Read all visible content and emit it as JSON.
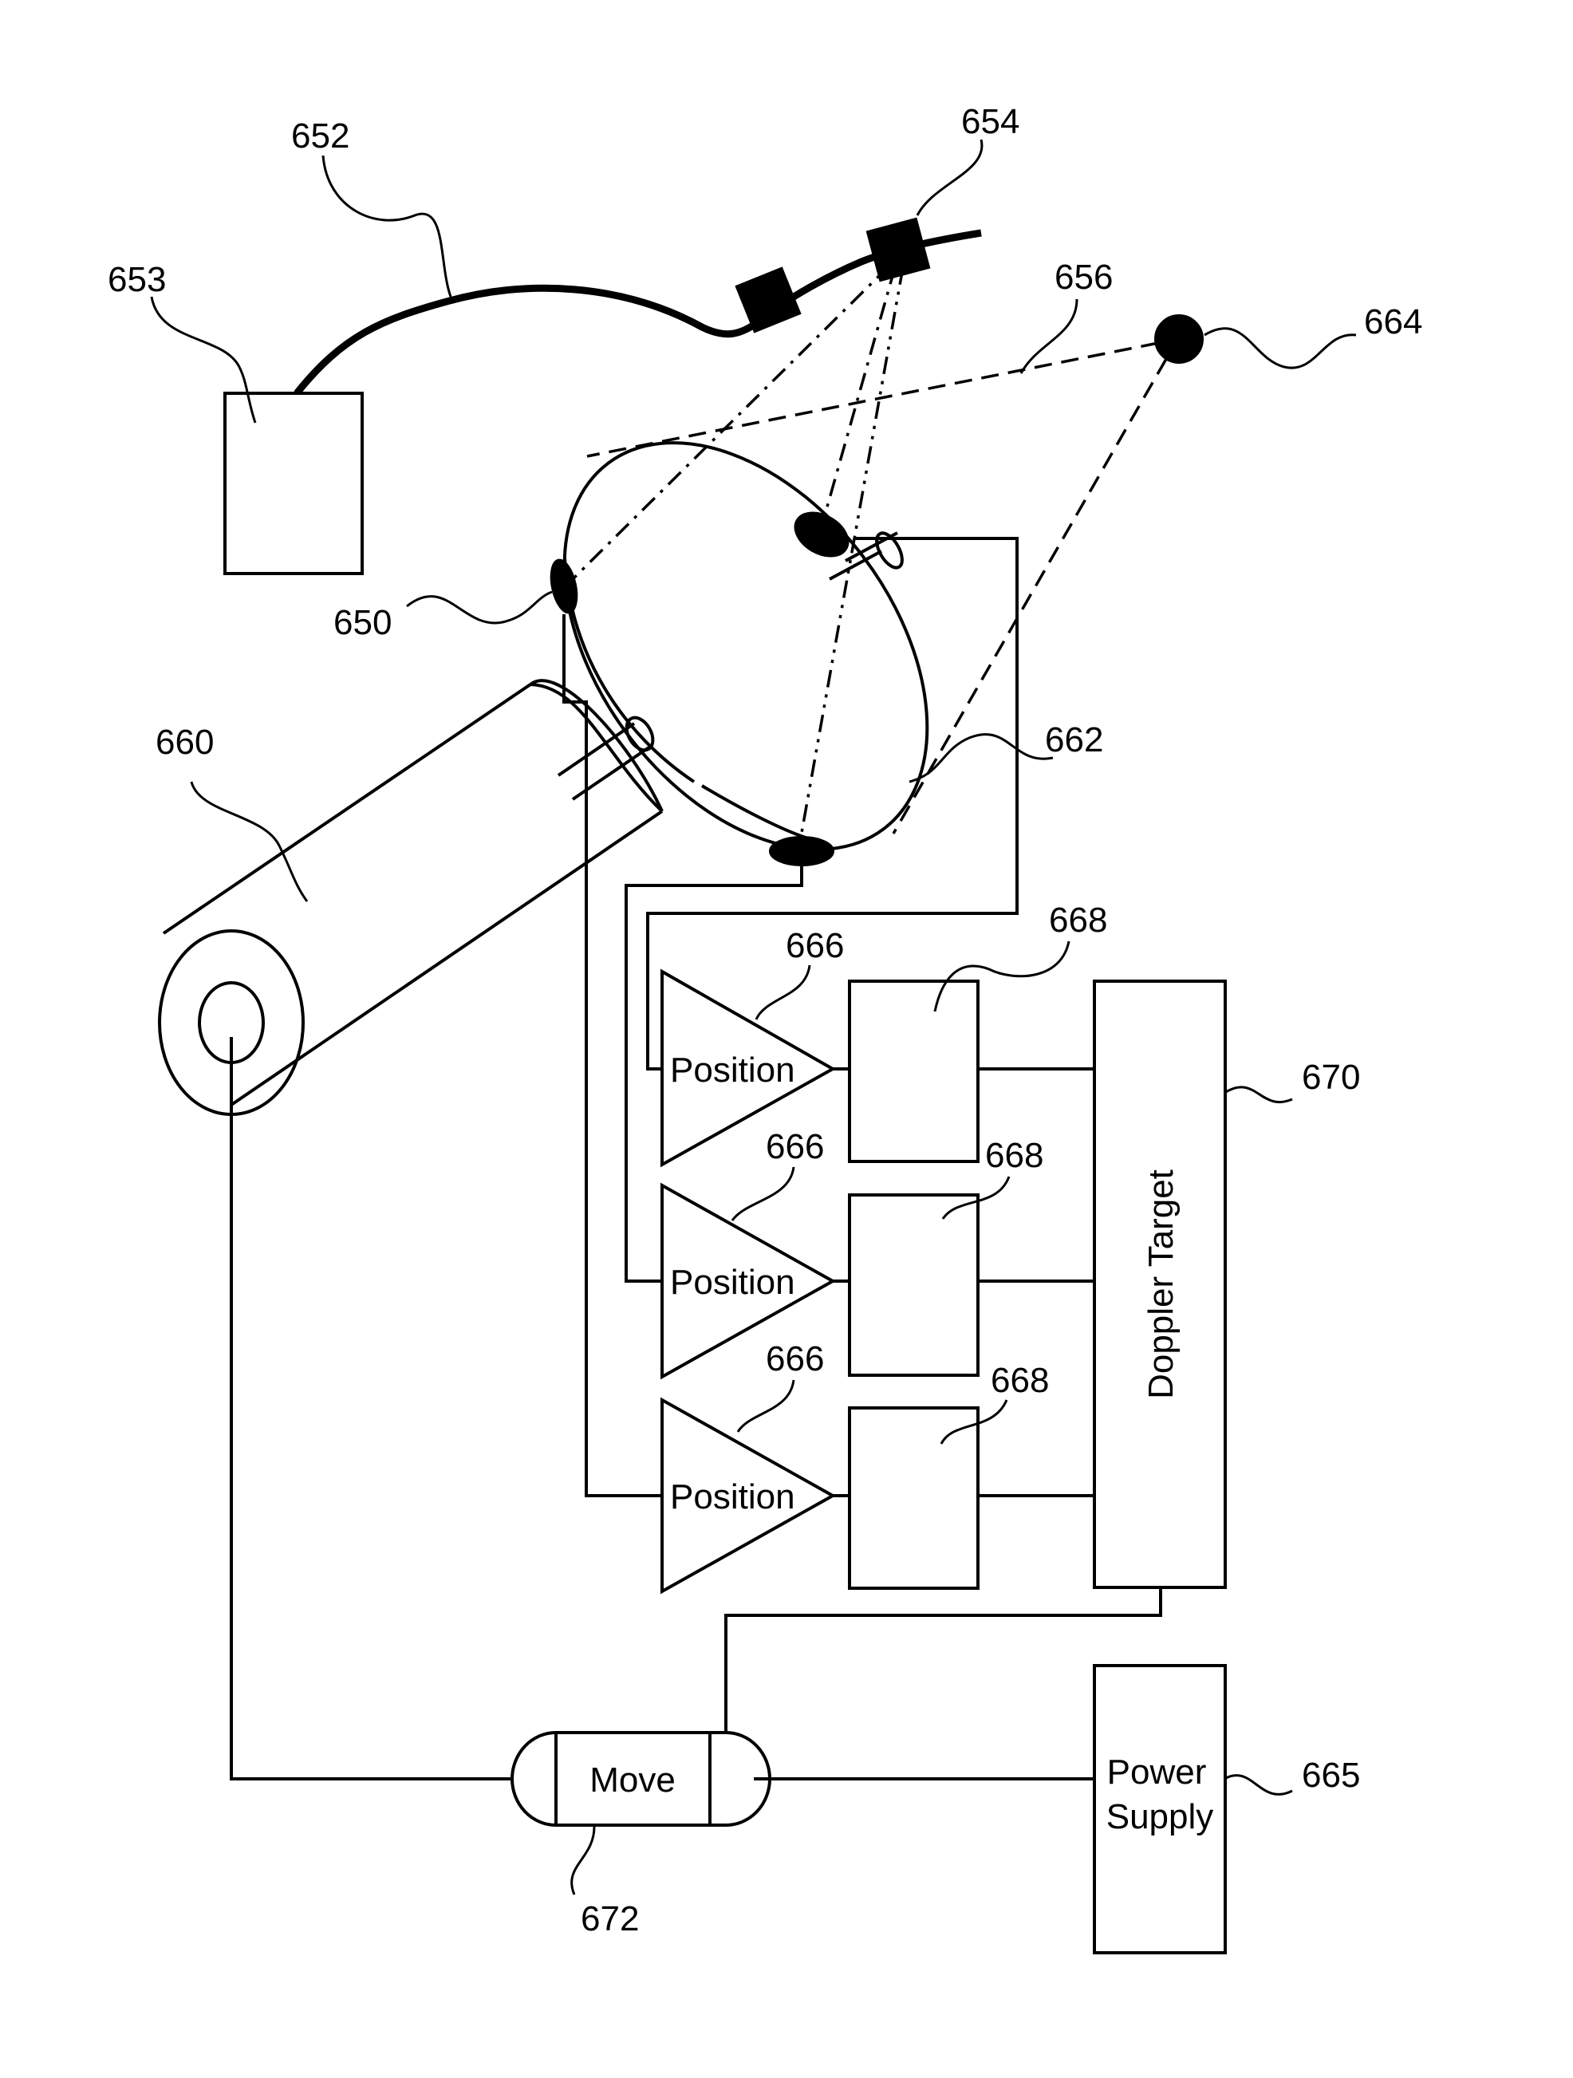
{
  "refs": {
    "r650": "650",
    "r652": "652",
    "r653": "653",
    "r654": "654",
    "r656": "656",
    "r660": "660",
    "r662": "662",
    "r664": "664",
    "r665": "665",
    "r666_1": "666",
    "r666_2": "666",
    "r666_3": "666",
    "r668_1": "668",
    "r668_2": "668",
    "r668_3": "668",
    "r670": "670",
    "r672": "672"
  },
  "blocks": {
    "position_1": "Position",
    "position_2": "Position",
    "position_3": "Position",
    "doppler_target": "Doppler Target",
    "move": "Move",
    "power_supply_line1": "Power",
    "power_supply_line2": "Supply"
  }
}
